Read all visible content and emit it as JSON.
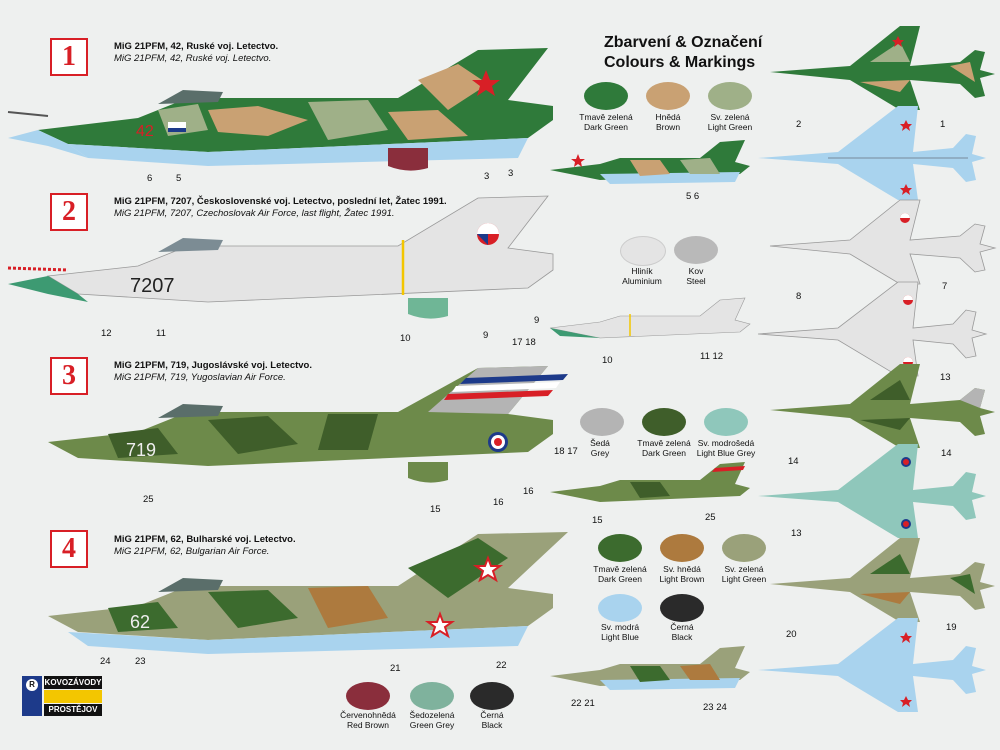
{
  "header": {
    "title_cz": "Zbarvení & Označení",
    "title_en": "Colours & Markings"
  },
  "colors": {
    "dark_green": "#2f7a3a",
    "brown": "#c9a173",
    "light_green": "#9fb088",
    "aluminium": "#e4e4e4",
    "steel": "#b9b9b9",
    "grey": "#b4b4b4",
    "yugo_dark_green": "#3f5e2a",
    "light_blue_grey": "#8fc7bb",
    "bg_dark_green": "#3c6b2e",
    "light_brown": "#ad7a3e",
    "bg_light_green": "#9aa17a",
    "light_blue": "#a9d3ee",
    "black": "#2a2a2a",
    "red_brown": "#8a2e3c",
    "green_grey": "#7fb29d",
    "marking_red": "#d81f26"
  },
  "profiles": [
    {
      "number": "1",
      "title_cz": "MiG 21PFM, 42, Ruské voj. Letectvo.",
      "title_en": "MiG 21PFM, 42, Ruské voj. Letectvo.",
      "code": "42"
    },
    {
      "number": "2",
      "title_cz": "MiG 21PFM, 7207, Československé voj. Letectvo, poslední let, Žatec 1991.",
      "title_en": "MiG 21PFM, 7207, Czechoslovak Air Force, last flight, Žatec 1991.",
      "code": "7207"
    },
    {
      "number": "3",
      "title_cz": "MiG 21PFM, 719, Jugoslávské voj. Letectvo.",
      "title_en": "MiG 21PFM, 719, Yugoslavian Air Force.",
      "code": "719"
    },
    {
      "number": "4",
      "title_cz": "MiG 21PFM, 62, Bulharské voj. Letectvo.",
      "title_en": "MiG 21PFM, 62, Bulgarian Air Force.",
      "code": "62"
    }
  ],
  "swatches": {
    "s1": {
      "cz": "Tmavě zelená",
      "en": "Dark Green"
    },
    "s2": {
      "cz": "Hnědá",
      "en": "Brown"
    },
    "s3": {
      "cz": "Sv. zelená",
      "en": "Light Green"
    },
    "s4": {
      "cz": "Hliník",
      "en": "Aluminium"
    },
    "s5": {
      "cz": "Kov",
      "en": "Steel"
    },
    "s6": {
      "cz": "Šedá",
      "en": "Grey"
    },
    "s7": {
      "cz": "Tmavě zelená",
      "en": "Dark Green"
    },
    "s8": {
      "cz": "Sv. modrošedá",
      "en": "Light Blue Grey"
    },
    "s9": {
      "cz": "Tmavě zelená",
      "en": "Dark Green"
    },
    "s10": {
      "cz": "Sv. hnědá",
      "en": "Light Brown"
    },
    "s11": {
      "cz": "Sv. zelená",
      "en": "Light Green"
    },
    "s12": {
      "cz": "Sv. modrá",
      "en": "Light Blue"
    },
    "s13": {
      "cz": "Černá",
      "en": "Black"
    },
    "s14": {
      "cz": "Červenohnědá",
      "en": "Red Brown"
    },
    "s15": {
      "cz": "Šedozelená",
      "en": "Green Grey"
    },
    "s16": {
      "cz": "Černá",
      "en": "Black"
    }
  },
  "callouts": {
    "c1": "6",
    "c2": "5",
    "c3": "3",
    "c4": "3",
    "c5": "5 6",
    "c6": "2",
    "c7": "1",
    "c8": "12",
    "c9": "11",
    "c10": "10",
    "c11": "9",
    "c12": "9",
    "c13": "10",
    "c14": "11 12",
    "c15": "8",
    "c16": "7",
    "c17": "17 18",
    "c18": "25",
    "c19": "15",
    "c20": "16",
    "c21": "18 17",
    "c22": "16",
    "c23": "15",
    "c24": "25",
    "c25": "13",
    "c26": "14",
    "c27": "14",
    "c28": "13",
    "c29": "24",
    "c30": "23",
    "c31": "21",
    "c32": "22",
    "c33": "22 21",
    "c34": "23 24",
    "c35": "20",
    "c36": "19"
  },
  "logo": {
    "line1": "KOVOZÁVODY",
    "line2": "PROSTĚJOV",
    "mark": "R"
  }
}
